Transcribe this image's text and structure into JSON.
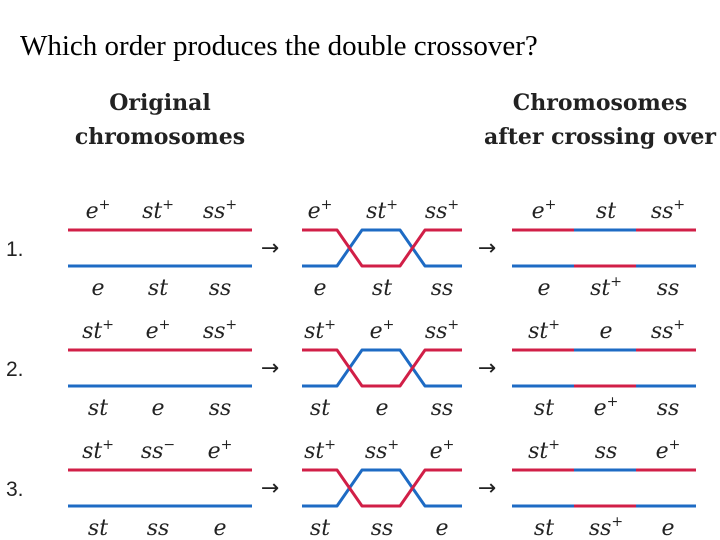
{
  "question": "Which order produces the double crossover?",
  "headers": {
    "left": [
      "Original",
      "chromosomes"
    ],
    "right": [
      "Chromosomes",
      "after crossing over"
    ]
  },
  "colors": {
    "red": "#d11f47",
    "blue": "#1e6bc4"
  },
  "arrow": "→",
  "rows": [
    {
      "num": "1.",
      "original": {
        "top": [
          [
            "e",
            "+"
          ],
          [
            "st",
            "+"
          ],
          [
            "ss",
            "+"
          ]
        ],
        "bottom": [
          [
            "e",
            ""
          ],
          [
            "st",
            ""
          ],
          [
            "ss",
            ""
          ]
        ]
      },
      "after": {
        "top": [
          [
            "e",
            "+"
          ],
          [
            "st",
            ""
          ],
          [
            "ss",
            "+"
          ]
        ],
        "bottom": [
          [
            "e",
            ""
          ],
          [
            "st",
            "+"
          ],
          [
            "ss",
            ""
          ]
        ]
      }
    },
    {
      "num": "2.",
      "original": {
        "top": [
          [
            "st",
            "+"
          ],
          [
            "e",
            "+"
          ],
          [
            "ss",
            "+"
          ]
        ],
        "bottom": [
          [
            "st",
            ""
          ],
          [
            "e",
            ""
          ],
          [
            "ss",
            ""
          ]
        ]
      },
      "after": {
        "top": [
          [
            "st",
            "+"
          ],
          [
            "e",
            ""
          ],
          [
            "ss",
            "+"
          ]
        ],
        "bottom": [
          [
            "st",
            ""
          ],
          [
            "e",
            "+"
          ],
          [
            "ss",
            ""
          ]
        ]
      }
    },
    {
      "num": "3.",
      "original": {
        "top": [
          [
            "st",
            "+"
          ],
          [
            "ss",
            "−"
          ],
          [
            "e",
            "+"
          ]
        ],
        "bottom": [
          [
            "st",
            ""
          ],
          [
            "ss",
            ""
          ],
          [
            "e",
            ""
          ]
        ]
      },
      "mid_top": [
        [
          "st",
          "+"
        ],
        [
          "ss",
          "+"
        ],
        [
          "e",
          "+"
        ]
      ],
      "after": {
        "top": [
          [
            "st",
            "+"
          ],
          [
            "ss",
            ""
          ],
          [
            "e",
            "+"
          ]
        ],
        "bottom": [
          [
            "st",
            ""
          ],
          [
            "ss",
            "+"
          ],
          [
            "e",
            ""
          ]
        ]
      }
    }
  ]
}
